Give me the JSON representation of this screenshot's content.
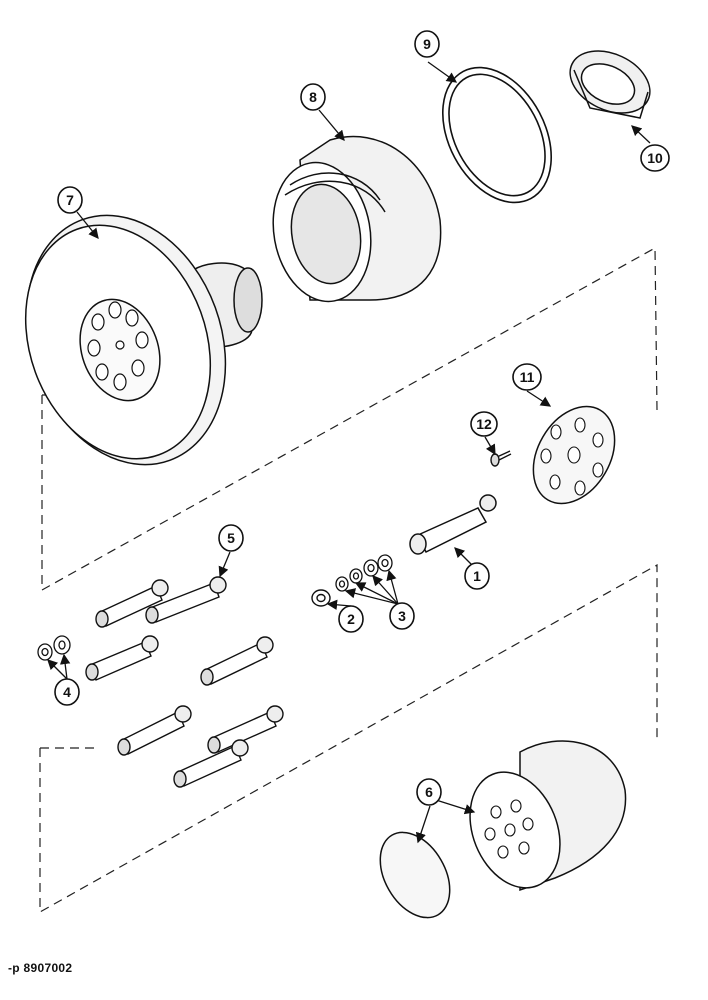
{
  "reference_code": "-p 8907002",
  "callouts": [
    {
      "label": "1",
      "part": "piston-rod"
    },
    {
      "label": "2",
      "part": "washer"
    },
    {
      "label": "3",
      "part": "shim-washers"
    },
    {
      "label": "4",
      "part": "washers"
    },
    {
      "label": "5",
      "part": "pistons"
    },
    {
      "label": "6",
      "part": "cylinder-block-and-plate"
    },
    {
      "label": "7",
      "part": "drive-flange-shaft"
    },
    {
      "label": "8",
      "part": "bearing-housing"
    },
    {
      "label": "9",
      "part": "seal-ring"
    },
    {
      "label": "10",
      "part": "lock-nut"
    },
    {
      "label": "11",
      "part": "retaining-plate"
    },
    {
      "label": "12",
      "part": "screw"
    }
  ]
}
